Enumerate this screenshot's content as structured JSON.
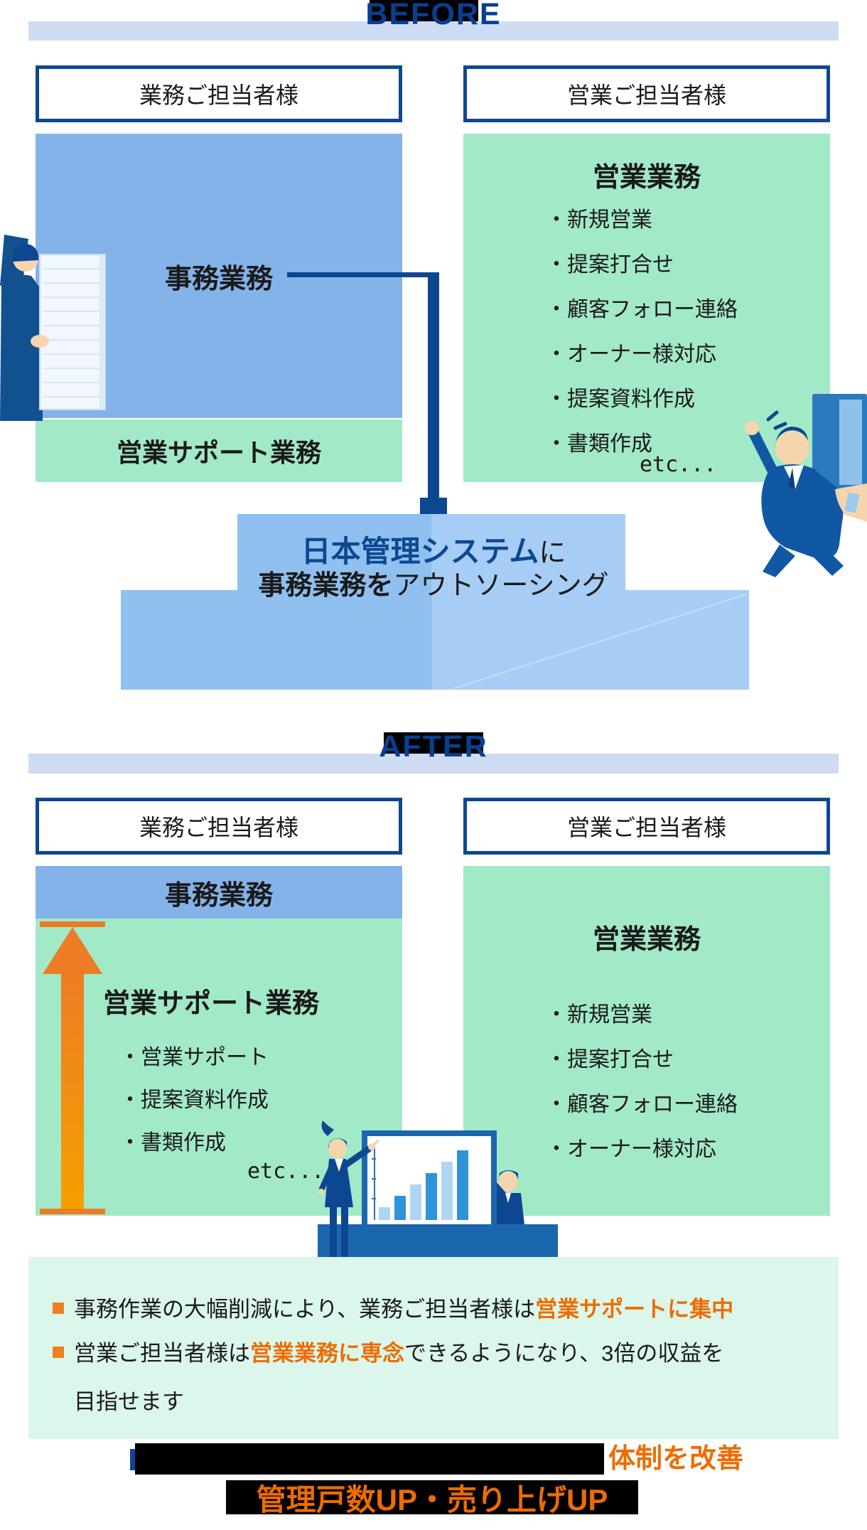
{
  "ui": {
    "bullet_char": "・"
  },
  "colors": {
    "navy": "#0d4791",
    "band_blue": "#cddcf2",
    "box_blue": "#84b3e9",
    "callout_blue_left": "#8fc0ef",
    "callout_blue_right": "#a6cdf5",
    "mint_green": "#a2e9c7",
    "pale_green": "#dbf6ea",
    "orange_accent": "#ED6C00",
    "arrow_orange": "#ED7D25",
    "black_bar": "#000000"
  },
  "before": {
    "title": "BEFORE",
    "left": {
      "header": "業務ご担当者様",
      "admin_label": "事務業務",
      "support_label": "営業サポート業務"
    },
    "right": {
      "header": "営業ご担当者様",
      "title": "営業業務",
      "items": [
        "新規営業",
        "提案打合せ",
        "顧客フォロー連絡",
        "オーナー様対応",
        "提案資料作成",
        "書類作成"
      ],
      "etc_label": "etc..."
    },
    "callout": {
      "brand": "日本管理システム",
      "particle": "に",
      "line2_bold": "事務業務を",
      "line2_rest": "アウトソーシング"
    }
  },
  "after": {
    "title": "AFTER",
    "left": {
      "header": "業務ご担当者様",
      "admin_label": "事務業務",
      "support_title": "営業サポート業務",
      "items": [
        "営業サポート",
        "提案資料作成",
        "書類作成"
      ],
      "etc_label": "etc..."
    },
    "right": {
      "header": "営業ご担当者様",
      "title": "営業業務",
      "items": [
        "新規営業",
        "提案打合せ",
        "顧客フォロー連絡",
        "オーナー様対応"
      ]
    }
  },
  "summary": {
    "bullet1": {
      "plain": "事務作業の大幅削減により、業務ご担当者様は",
      "highlight": "営業サポートに集中"
    },
    "bullet2": {
      "prefix": "営業ご担当者様は",
      "highlight": "営業業務に専念",
      "suffix": "できるようになり、3倍の収益を",
      "continuation": "目指せます"
    }
  },
  "footer": {
    "line1_visible": "体制を改善",
    "line2": "管理戸数UP・売り上げUP"
  }
}
